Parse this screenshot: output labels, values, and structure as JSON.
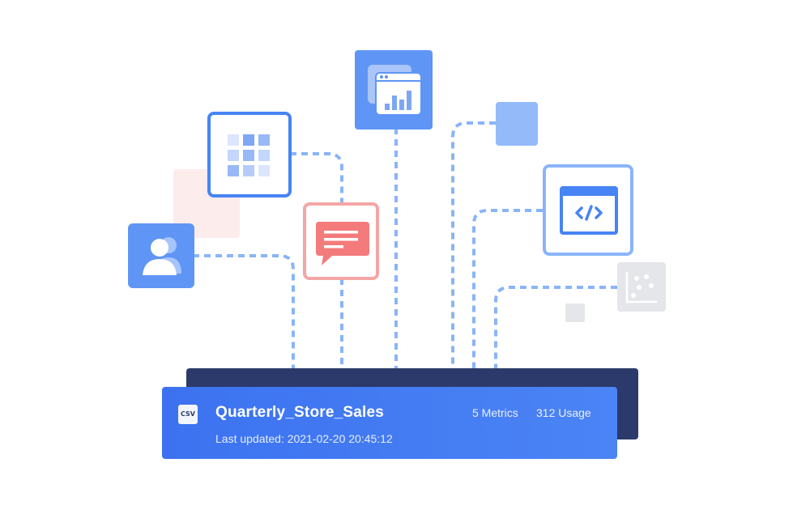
{
  "dataset": {
    "file_type": "CSV",
    "name": "Quarterly_Store_Sales",
    "metrics": "5 Metrics",
    "usage": "312 Usage",
    "last_updated": "Last updated: 2021-02-20 20:45:12"
  },
  "colors": {
    "card": "#3c72f0",
    "card_back": "#2c3a6b",
    "line": "#8ab4f8",
    "message": "#f47b7b"
  },
  "icons": [
    "users-icon",
    "grid-icon",
    "message-icon",
    "dashboard-chart-icon",
    "square-icon",
    "code-window-icon",
    "scatter-plot-icon"
  ]
}
